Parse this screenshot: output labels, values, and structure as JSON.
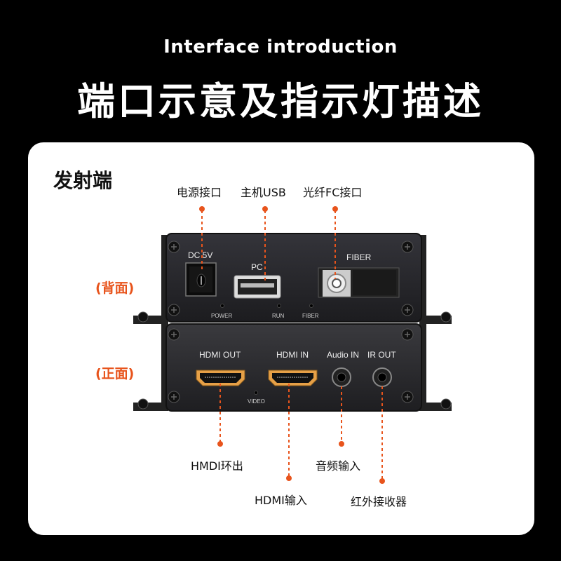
{
  "header": {
    "subtitle": "Interface introduction",
    "title": "端口示意及指示灯描述"
  },
  "section_title": "发射端",
  "back_panel": {
    "side_label": "(背面)",
    "callouts": [
      "电源接口",
      "主机USB",
      "光纤FC接口"
    ],
    "port_labels": {
      "dc": "DC 5V",
      "pc": "PC",
      "fiber": "FIBER"
    },
    "leds": [
      "POWER",
      "RUN",
      "FIBER"
    ]
  },
  "front_panel": {
    "side_label": "(正面)",
    "port_labels": {
      "hdmi_out": "HDMI OUT",
      "hdmi_in": "HDMI IN",
      "audio_in": "Audio IN",
      "ir_out": "IR OUT"
    },
    "leds": [
      "VIDEO"
    ],
    "callouts": {
      "hdmi_out": "HMDI环出",
      "hdmi_in": "HDMI输入",
      "audio_in": "音频输入",
      "ir_out": "红外接收器"
    }
  },
  "colors": {
    "accent": "#e8541c",
    "device": "#2b2b2e",
    "background": "#000000",
    "card": "#ffffff"
  },
  "icons": [
    "screw-icon",
    "dc-jack-icon",
    "usb-port-icon",
    "fiber-fc-port-icon",
    "hdmi-port-icon",
    "audio-jack-icon",
    "led-indicator-icon"
  ]
}
